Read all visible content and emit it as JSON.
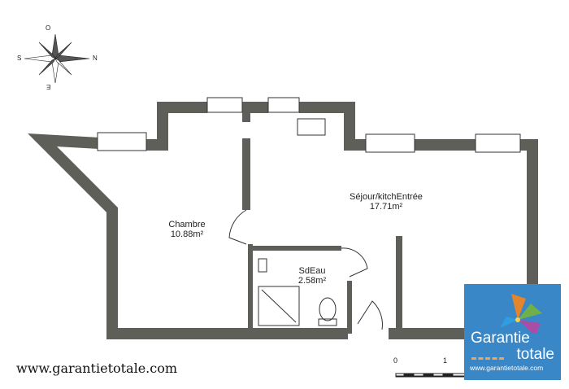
{
  "rooms": [
    {
      "name": "Chambre",
      "area": "10.88m²"
    },
    {
      "name": "Séjour/kitchEntrée",
      "area": "17.71m²"
    },
    {
      "name": "SdEau",
      "area": "2.58m²"
    }
  ],
  "compass": {
    "north": "N",
    "south": "S",
    "west": "O",
    "east": "E"
  },
  "scale": {
    "ticks": [
      "0",
      "1"
    ]
  },
  "website": "www.garantietotale.com",
  "logo": {
    "line1": "Garantie",
    "line2": "totale",
    "url": "www.garantietotale.com"
  },
  "colors": {
    "wall": "#5d5f58",
    "logo_bg": "#3a87c8",
    "accent": "#f0a35a"
  }
}
